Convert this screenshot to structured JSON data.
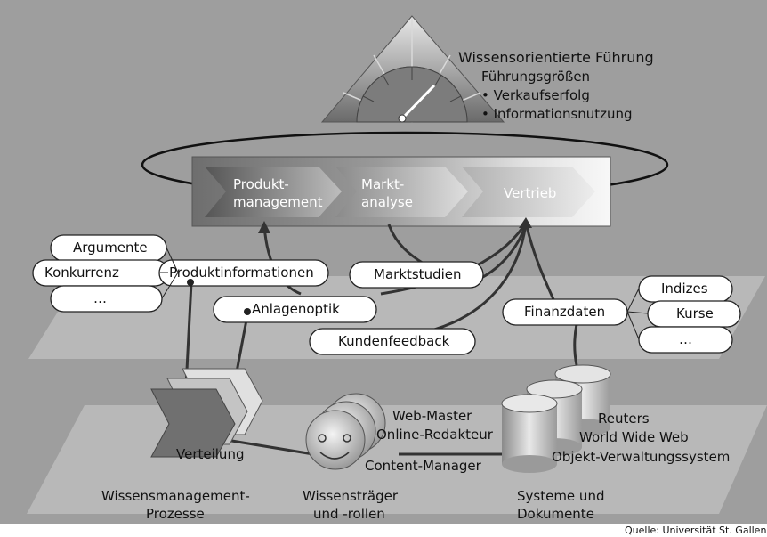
{
  "leadership": {
    "title": "Wissensorientierte Führung",
    "subtitle": "Führungsgrößen",
    "bullets": [
      "• Verkaufserfolg",
      "• Informationsnutzung"
    ]
  },
  "process_chain": [
    "Produkt-",
    "management",
    "Markt-",
    "analyse",
    "Vertrieb"
  ],
  "info_items": {
    "argumente": "Argumente",
    "konkurrenz": "Konkurrenz",
    "ellipsis_left": "…",
    "produktinformationen": "Produktinformationen",
    "marktstudien": "Marktstudien",
    "anlagenoptik": "Anlagenoptik",
    "kundenfeedback": "Kundenfeedback",
    "finanzdaten": "Finanzdaten",
    "indizes": "Indizes",
    "kurse": "Kurse",
    "ellipsis_right": "…"
  },
  "bottom": {
    "verteilung": "Verteilung",
    "roles": [
      "Web-Master",
      "Online-Redakteur",
      "Content-Manager"
    ],
    "systems": [
      "Reuters",
      "World Wide Web",
      "Objekt-Verwaltungssystem"
    ],
    "captions": {
      "prozesse": [
        "Wissensmanagement-",
        "Prozesse"
      ],
      "traeger": [
        "Wissensträger",
        "und -rollen"
      ],
      "systeme": [
        "Systeme und",
        "Dokumente"
      ]
    }
  },
  "source": "Quelle: Universität St. Gallen",
  "colors": {
    "background": "#9e9e9e",
    "layer": "#b8b8b8",
    "band_dark": "#7a7a7a",
    "band_light": "#f4f4f4"
  }
}
